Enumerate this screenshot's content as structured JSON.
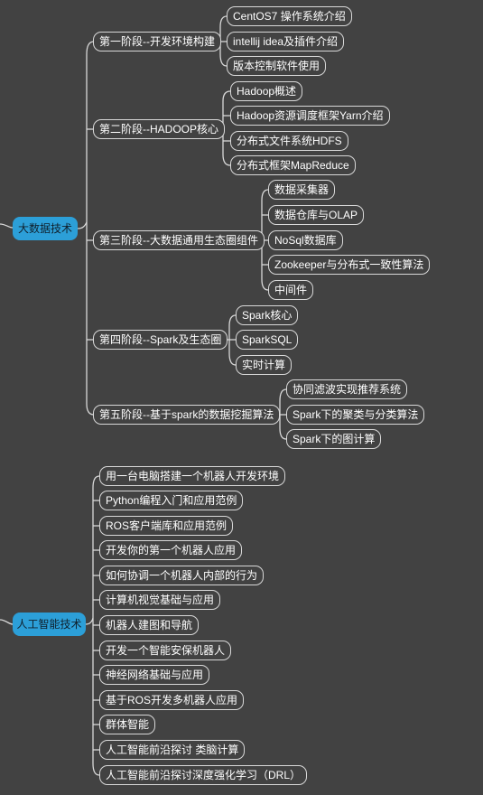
{
  "roots": [
    {
      "label": "大数据技术",
      "stages": [
        {
          "label": "第一阶段--开发环境构建",
          "items": [
            "CentOS7 操作系统介绍",
            "intellij idea及插件介绍",
            "版本控制软件使用"
          ]
        },
        {
          "label": "第二阶段--HADOOP核心",
          "items": [
            "Hadoop概述",
            "Hadoop资源调度框架Yarn介绍",
            "分布式文件系统HDFS",
            "分布式框架MapReduce"
          ]
        },
        {
          "label": "第三阶段--大数据通用生态圈组件",
          "items": [
            "数据采集器",
            "数据仓库与OLAP",
            "NoSql数据库",
            "Zookeeper与分布式一致性算法",
            "中间件"
          ]
        },
        {
          "label": "第四阶段--Spark及生态圈",
          "items": [
            "Spark核心",
            "SparkSQL",
            "实时计算"
          ]
        },
        {
          "label": "第五阶段--基于spark的数据挖掘算法",
          "items": [
            "协同滤波实现推荐系统",
            "Spark下的聚类与分类算法",
            "Spark下的图计算"
          ]
        }
      ]
    },
    {
      "label": "人工智能技术",
      "items": [
        "用一台电脑搭建一个机器人开发环境",
        "Python编程入门和应用范例",
        "ROS客户端库和应用范例",
        "开发你的第一个机器人应用",
        "如何协调一个机器人内部的行为",
        "计算机视觉基础与应用",
        "机器人建图和导航",
        "开发一个智能安保机器人",
        "神经网络基础与应用",
        "基于ROS开发多机器人应用",
        "群体智能",
        "人工智能前沿探讨 类脑计算",
        "人工智能前沿探讨深度强化学习（DRL）"
      ]
    }
  ],
  "colors": {
    "background": "#424242",
    "root": "#2c9fd8",
    "line": "#d8d8d8"
  }
}
